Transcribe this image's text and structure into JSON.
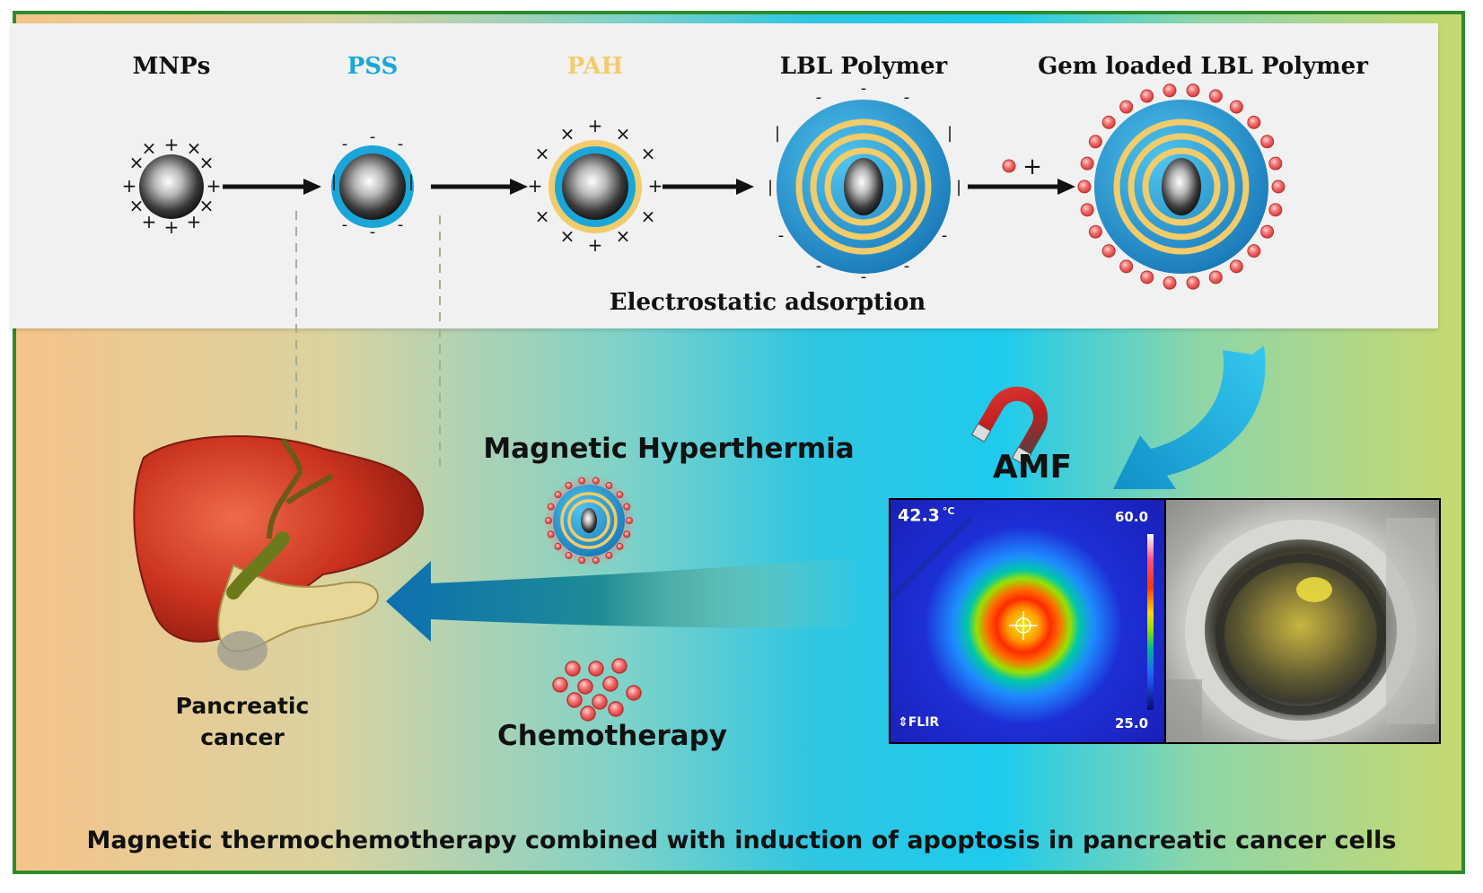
{
  "stages": [
    {
      "label": "MNPs",
      "color": "#111111"
    },
    {
      "label": "PSS",
      "color": "#1aa6d8"
    },
    {
      "label": "PAH",
      "color": "#f2cc6a"
    },
    {
      "label": "LBL Polymer",
      "color": "#111111"
    },
    {
      "label": "Gem loaded LBL Polymer",
      "color": "#111111"
    }
  ],
  "process_label": "Electrostatic adsorption",
  "amf_label": "AMF",
  "hyperthermia_label": "Magnetic Hyperthermia",
  "chemotherapy_label": "Chemotherapy",
  "organ_label_line1": "Pancreatic",
  "organ_label_line2": "cancer",
  "bottom_caption": "Magnetic thermochemotherapy combined with induction of apoptosis in pancreatic cancer cells",
  "thermal": {
    "temperature": "42.3",
    "unit": "°C",
    "scale_max": "60.0",
    "scale_min": "25.0",
    "brand": "FLIR"
  },
  "colors": {
    "pss": "#1aa6d8",
    "pah": "#f2cc6a",
    "drug": "#f06a6a",
    "frame": "#2e8b2e"
  }
}
